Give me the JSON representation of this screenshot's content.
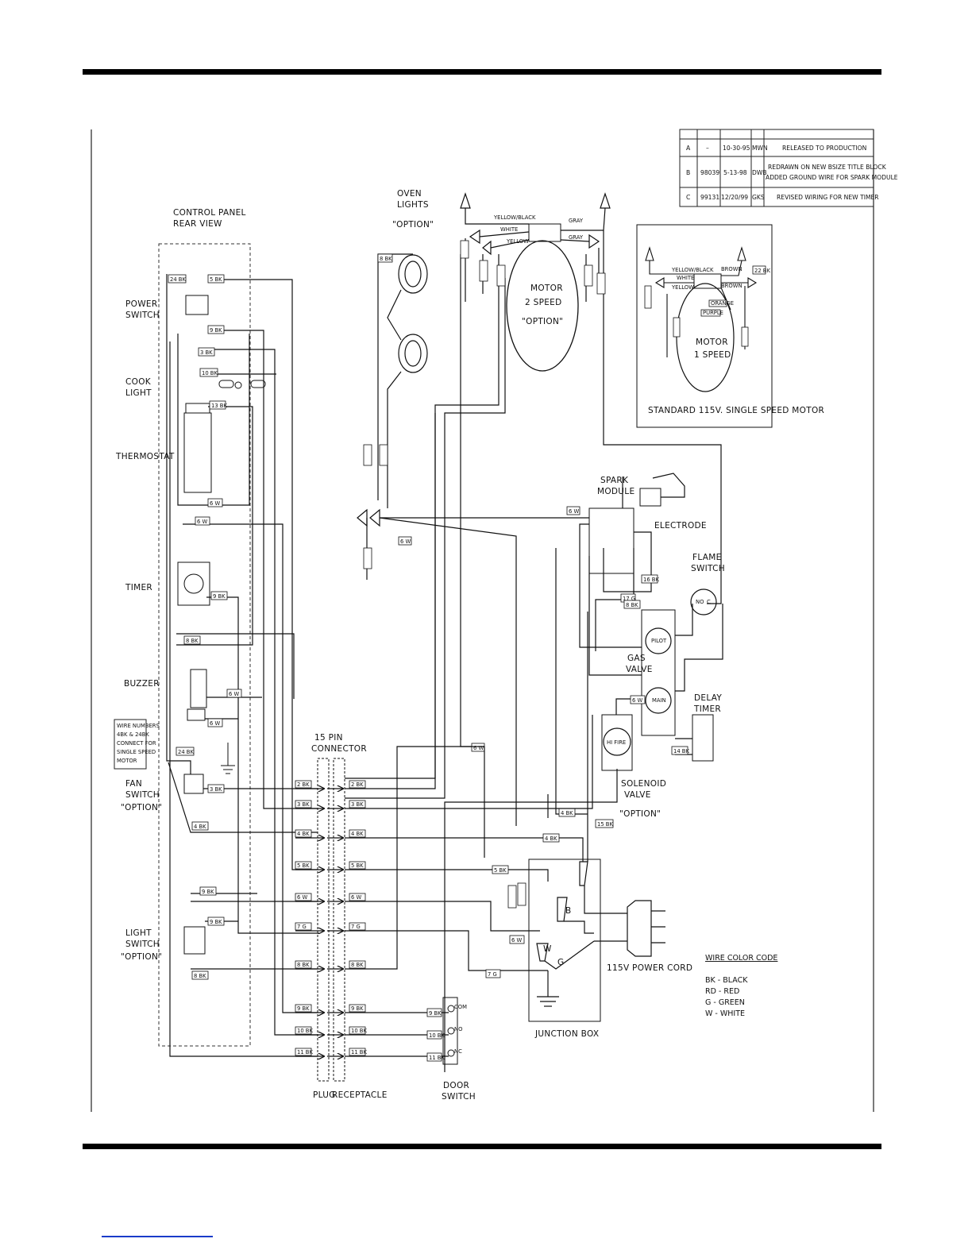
{
  "revision_table": {
    "rows": [
      {
        "rev": "A",
        "ecn": "–",
        "date": "10-30-95",
        "by": "MWN",
        "desc": [
          "RELEASED TO PRODUCTION"
        ]
      },
      {
        "rev": "B",
        "ecn": "98039",
        "date": "5-13-98",
        "by": "DWB",
        "desc": [
          "REDRAWN ON NEW BSIZE TITLE BLOCK",
          "ADDED GROUND WIRE FOR SPARK MODULE"
        ]
      },
      {
        "rev": "C",
        "ecn": "99131",
        "date": "12/20/99",
        "by": "GKS",
        "desc": [
          "REVISED WIRING FOR NEW TIMER"
        ]
      }
    ]
  },
  "labels": {
    "control_panel": [
      "CONTROL PANEL",
      "REAR VIEW"
    ],
    "power_switch": [
      "POWER",
      "SWITCH"
    ],
    "cook_light": [
      "COOK",
      "LIGHT"
    ],
    "thermostat": [
      "THERMOSTAT"
    ],
    "timer": [
      "TIMER"
    ],
    "buzzer": [
      "BUZZER"
    ],
    "wire_note": [
      "WIRE NUMBERS",
      "4BK & 24BK",
      "CONNECT FOR",
      "SINGLE SPEED",
      "MOTOR"
    ],
    "fan_switch": [
      "FAN",
      "SWITCH",
      "\"OPTION\""
    ],
    "light_switch": [
      "LIGHT",
      "SWITCH",
      "\"OPTION\""
    ],
    "oven_lights": [
      "OVEN",
      "LIGHTS",
      "\"OPTION\""
    ],
    "motor_2speed": [
      "MOTOR",
      "2 SPEED",
      "\"OPTION\""
    ],
    "motor_1speed": [
      "MOTOR",
      "1 SPEED"
    ],
    "standard_motor": "STANDARD 115V. SINGLE SPEED MOTOR",
    "spark_module": [
      "SPARK",
      "MODULE"
    ],
    "electrode": "ELECTRODE",
    "flame_switch": [
      "FLAME",
      "SWITCH"
    ],
    "gas_valve": [
      "GAS",
      "VALVE"
    ],
    "pilot": "PILOT",
    "main": "MAIN",
    "delay_timer": [
      "DELAY",
      "TIMER"
    ],
    "hi_fire": "HI FIRE",
    "solenoid_valve": [
      "SOLENOID",
      "VALVE",
      "\"OPTION\""
    ],
    "connector": [
      "15 PIN",
      "CONNECTOR"
    ],
    "plug": "PLUG",
    "receptacle": "RECEPTACLE",
    "door_switch": [
      "DOOR",
      "SWITCH"
    ],
    "junction_box": "JUNCTION BOX",
    "power_cord": "115V POWER CORD",
    "b": "B",
    "w": "W",
    "g": "G",
    "no": "NO",
    "c": "C",
    "com": "COM",
    "nc": "NC"
  },
  "motor_wires": {
    "yellow_black": "YELLOW/BLACK",
    "white": "WHITE",
    "yellow": "YELLOW",
    "gray": "GRAY",
    "brown": "BROWN",
    "orange": "ORANGE",
    "purple": "PURPLE",
    "w22": "22 BK"
  },
  "wire_color_code": {
    "title": "WIRE COLOR CODE",
    "entries": [
      "BK - BLACK",
      "RD - RED",
      "G - GREEN",
      "W - WHITE"
    ]
  },
  "connector_pins": {
    "plug": [
      "2 BK",
      "3 BK",
      "4 BK",
      "5 BK",
      "6 W",
      "7 G",
      "8 BK",
      "9 BK",
      "10 BK",
      "11 BK"
    ],
    "receptacle": [
      "2 BK",
      "3 BK",
      "4 BK",
      "5 BK",
      "6 W",
      "7 G",
      "8 BK",
      "9 BK",
      "10 BK",
      "11 BK"
    ]
  },
  "wire_tags": {
    "w24": "24 BK",
    "w5": "5 BK",
    "w9": "9 BK",
    "w3": "3 BK",
    "w10": "10 BK",
    "w6": "6 W",
    "w8": "8 BK",
    "w7": "7 G",
    "w11": "11 BK",
    "w16": "16 BK",
    "w17": "17 G",
    "w14": "14 BK",
    "w15": "15 BK",
    "w13": "13 BK",
    "w4": "4 BK",
    "w2": "2 BK"
  }
}
